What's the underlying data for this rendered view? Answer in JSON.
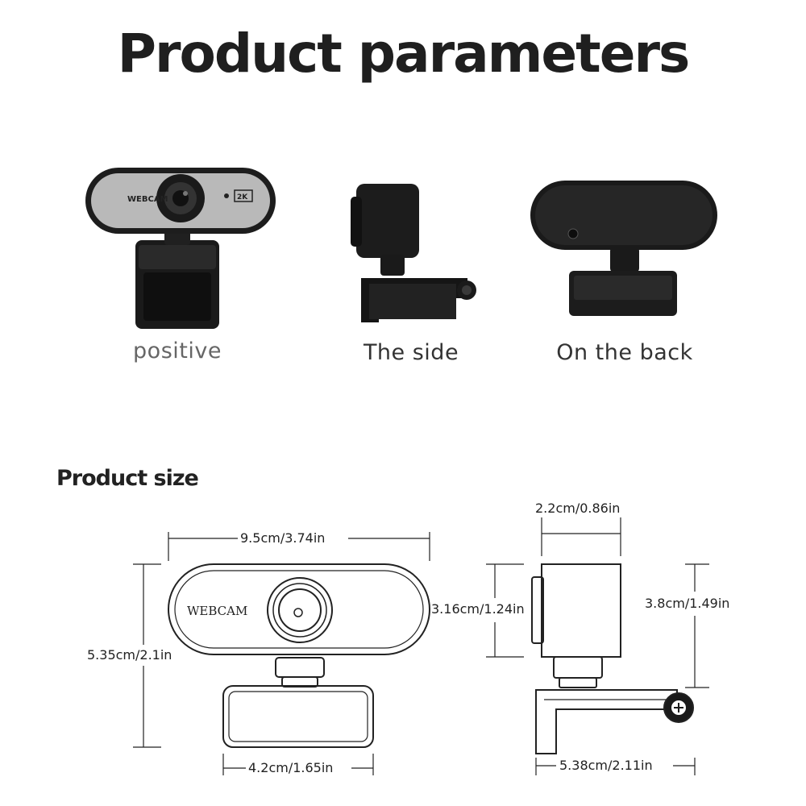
{
  "title": "Product parameters",
  "views": {
    "front_label": "positive",
    "side_label": "The side",
    "back_label": "On the back"
  },
  "camera_front_text": "WEBCAM",
  "camera_badge": "2K",
  "section_title": "Product size",
  "dimensions": {
    "front_width": "9.5cm/3.74in",
    "front_total_height": "5.35cm/2.1in",
    "front_base_width": "4.2cm/1.65in",
    "side_depth": "2.2cm/0.86in",
    "side_body_height": "3.16cm/1.24in",
    "side_total_height": "3.8cm/1.49in",
    "side_base_width": "5.38cm/2.11in"
  },
  "drawing_label": "WEBCAM"
}
